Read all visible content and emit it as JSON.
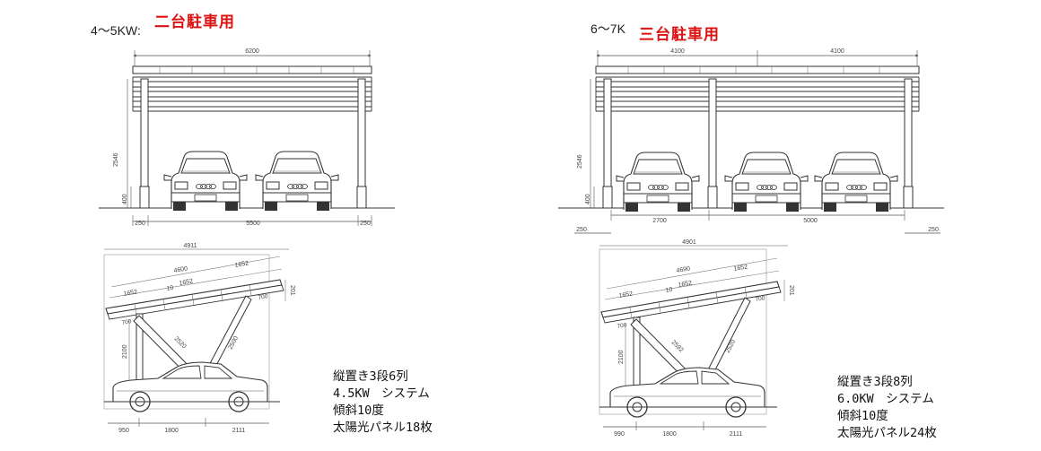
{
  "left": {
    "capacity_label": "4～5KW:",
    "parking_label": "二台駐車用",
    "front_dims": {
      "total": "6200",
      "height": "2546",
      "base": "400",
      "margin_left": "250",
      "span": "5500",
      "margin_right": "250"
    },
    "side_dims": {
      "total": "4911",
      "panel_span": "4600",
      "seg_a": "1652",
      "seg_b": "1652",
      "seg_c": "1652",
      "gap": "10",
      "offset": "700",
      "rise": "201",
      "height": "2100",
      "brace_a": "2520",
      "brace_b": "2500",
      "bottom_a": "950",
      "bottom_b": "1800",
      "bottom_c": "2111"
    },
    "spec": [
      "縦置き3段6列",
      "4.5KW　システム",
      "傾斜10度",
      "太陽光パネル18枚"
    ]
  },
  "right": {
    "capacity_label": "6～7K",
    "parking_label": "三台駐車用",
    "front_dims": {
      "total_a": "4100",
      "total_b": "4100",
      "height": "2546",
      "base": "400",
      "margin_left": "250",
      "span_a": "2700",
      "span_b": "5000",
      "margin_right": "250"
    },
    "side_dims": {
      "total": "4901",
      "panel_span": "4690",
      "seg_a": "1652",
      "seg_b": "1652",
      "seg_c": "1652",
      "gap": "10",
      "offset": "700",
      "rise": "201",
      "height": "2100",
      "brace_a": "2592",
      "brace_b": "2520",
      "bottom_a": "990",
      "bottom_b": "1800",
      "bottom_c": "2111"
    },
    "spec": [
      "縦置き3段8列",
      "6.0KW　システム",
      "傾斜10度",
      "太陽光パネル24枚"
    ]
  }
}
